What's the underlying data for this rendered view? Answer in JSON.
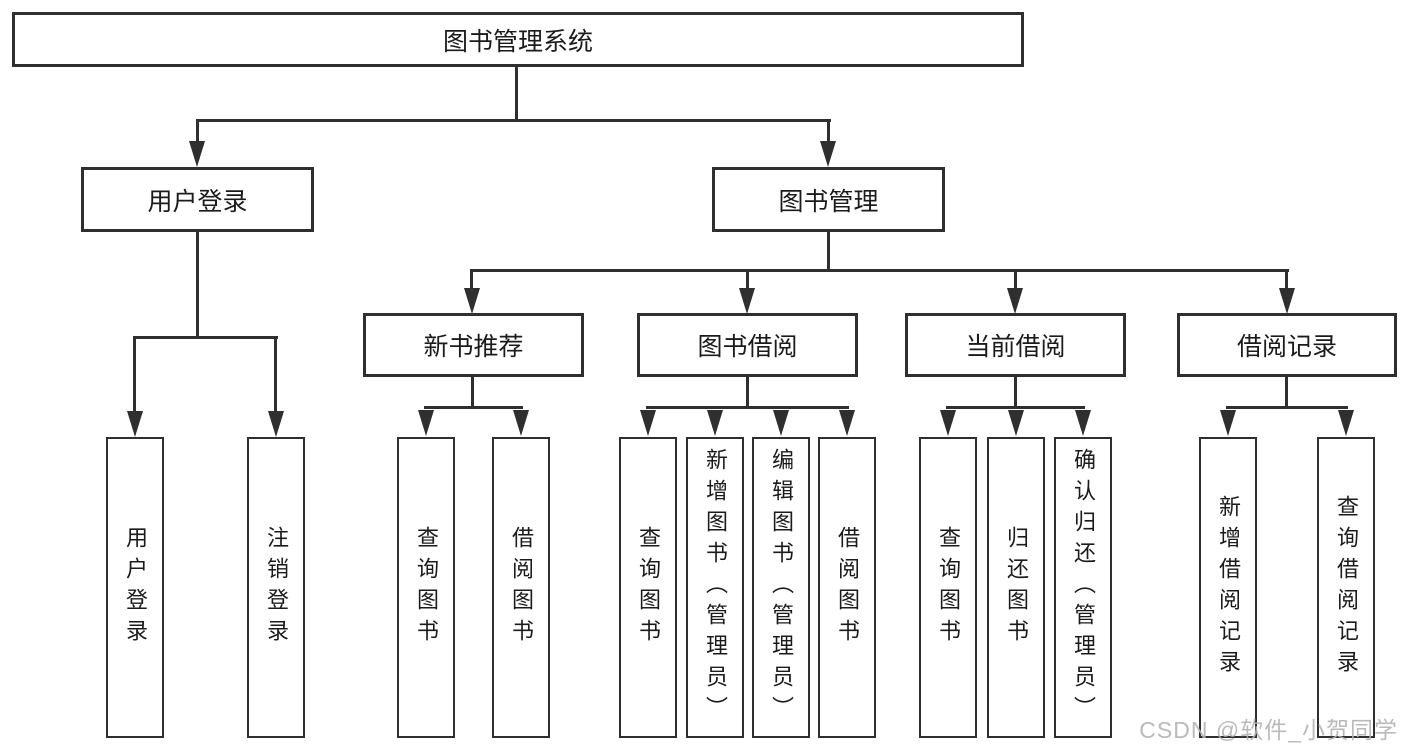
{
  "tree": {
    "root": "图书管理系统",
    "branches": [
      {
        "label": "用户登录",
        "children": [
          "用户登录",
          "注销登录"
        ]
      },
      {
        "label": "图书管理",
        "groups": [
          {
            "label": "新书推荐",
            "children": [
              "查询图书",
              "借阅图书"
            ]
          },
          {
            "label": "图书借阅",
            "children": [
              "查询图书",
              "新增图书（管理员）",
              "编辑图书（管理员）",
              "借阅图书"
            ]
          },
          {
            "label": "当前借阅",
            "children": [
              "查询图书",
              "归还图书",
              "确认归还（管理员）"
            ]
          },
          {
            "label": "借阅记录",
            "children": [
              "新增借阅记录",
              "查询借阅记录"
            ]
          }
        ]
      }
    ]
  },
  "watermark": {
    "text": "CSDN @软件_小贺同学"
  },
  "colors": {
    "line": "#2f2f2f",
    "text": "#1b1b1b",
    "background": "#ffffff",
    "watermark": "#b3b3b3"
  }
}
